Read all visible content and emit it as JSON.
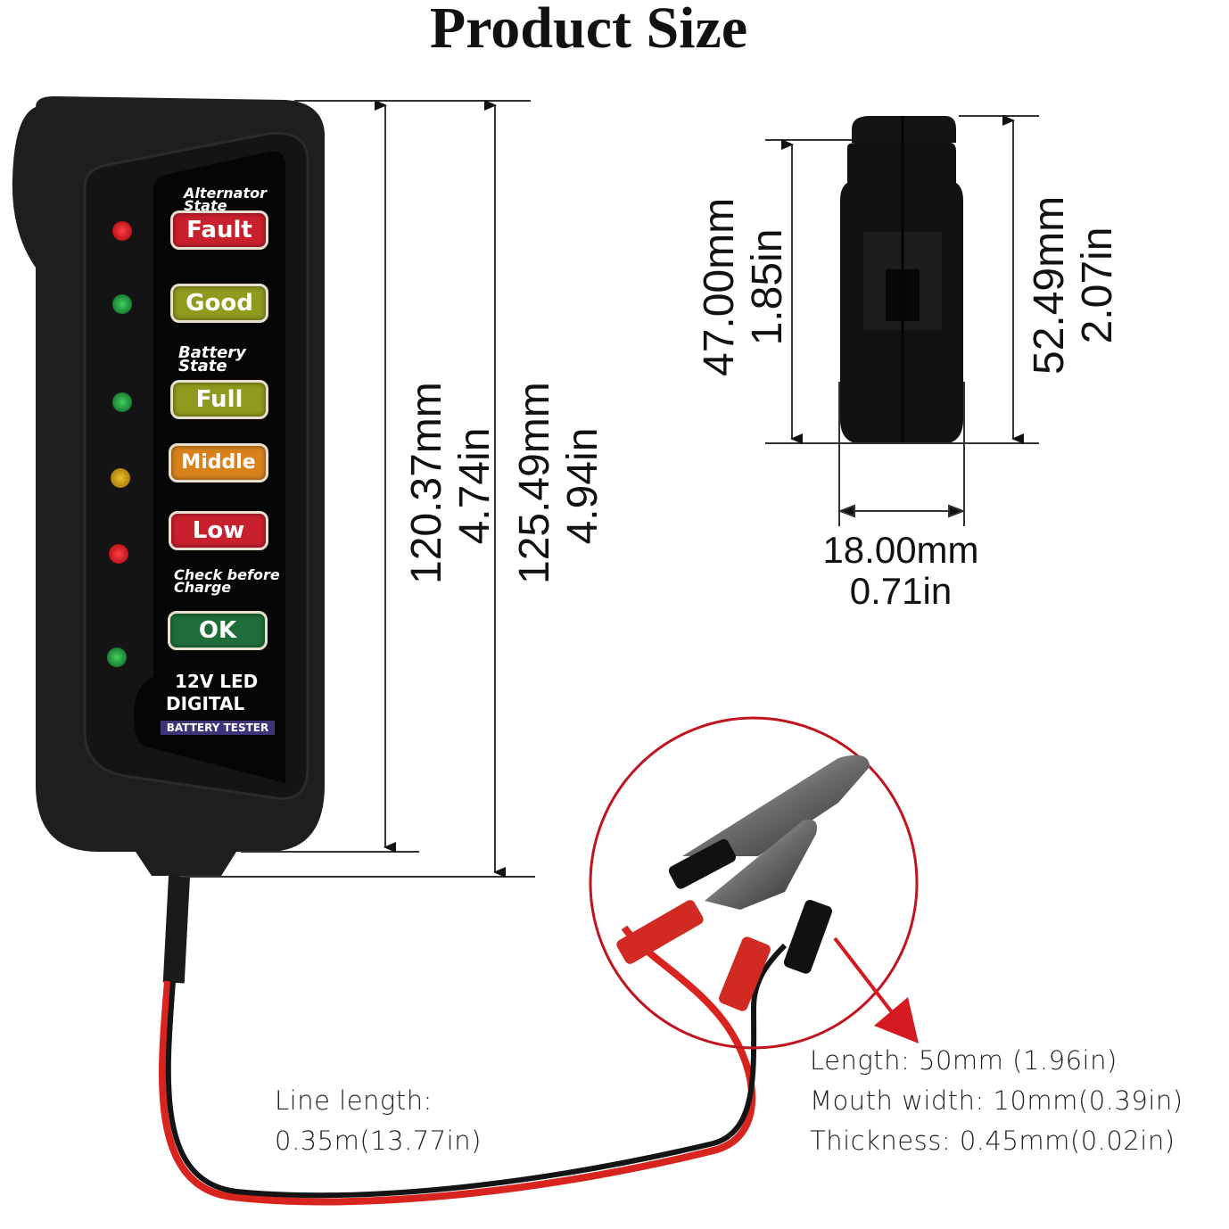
{
  "title": "Product Size",
  "device": {
    "panel": {
      "alternator_caption": [
        "Alternator",
        "State"
      ],
      "battery_caption": [
        "Battery",
        "State"
      ],
      "check_caption": [
        "Check before",
        "Charge"
      ],
      "indicators": [
        {
          "label": "Fault",
          "color": "#c8202c",
          "led": "#e0141e"
        },
        {
          "label": "Good",
          "color": "#8f9a1e",
          "led": "#1e9a3a"
        },
        {
          "label": "Full",
          "color": "#8f9a1e",
          "led": "#1e9a3a"
        },
        {
          "label": "Middle",
          "color": "#d9821c",
          "led": "#c8a018"
        },
        {
          "label": "Low",
          "color": "#c8202c",
          "led": "#e0141e"
        },
        {
          "label": "OK",
          "color": "#1f6e3a",
          "led": "#1ea03a"
        }
      ],
      "brand_line1": "12V LED",
      "brand_line2": "DIGITAL",
      "brand_line3": "BATTERY TESTER"
    }
  },
  "dimensions": {
    "body_height": {
      "mm": "120.37mm",
      "in": "4.74in"
    },
    "total_height": {
      "mm": "125.49mm",
      "in": "4.94in"
    },
    "side_height_inner": {
      "mm": "47.00mm",
      "in": "1.85in"
    },
    "side_height_outer": {
      "mm": "52.49mm",
      "in": "2.07in"
    },
    "side_width": {
      "mm": "18.00mm",
      "in": "0.71in"
    }
  },
  "cable": {
    "label": "Line length:",
    "value": "0.35m(13.77in)"
  },
  "clip_specs": {
    "length": "Length: 50mm (1.96in)",
    "mouth_width": "Mouth width: 10mm(0.39in)",
    "thickness": "Thickness: 0.45mm(0.02in)"
  },
  "colors": {
    "highlight_circle": "#c0141e",
    "device_body": "#1c1c1c",
    "wire_red": "#d8231e",
    "wire_black": "#141414"
  }
}
